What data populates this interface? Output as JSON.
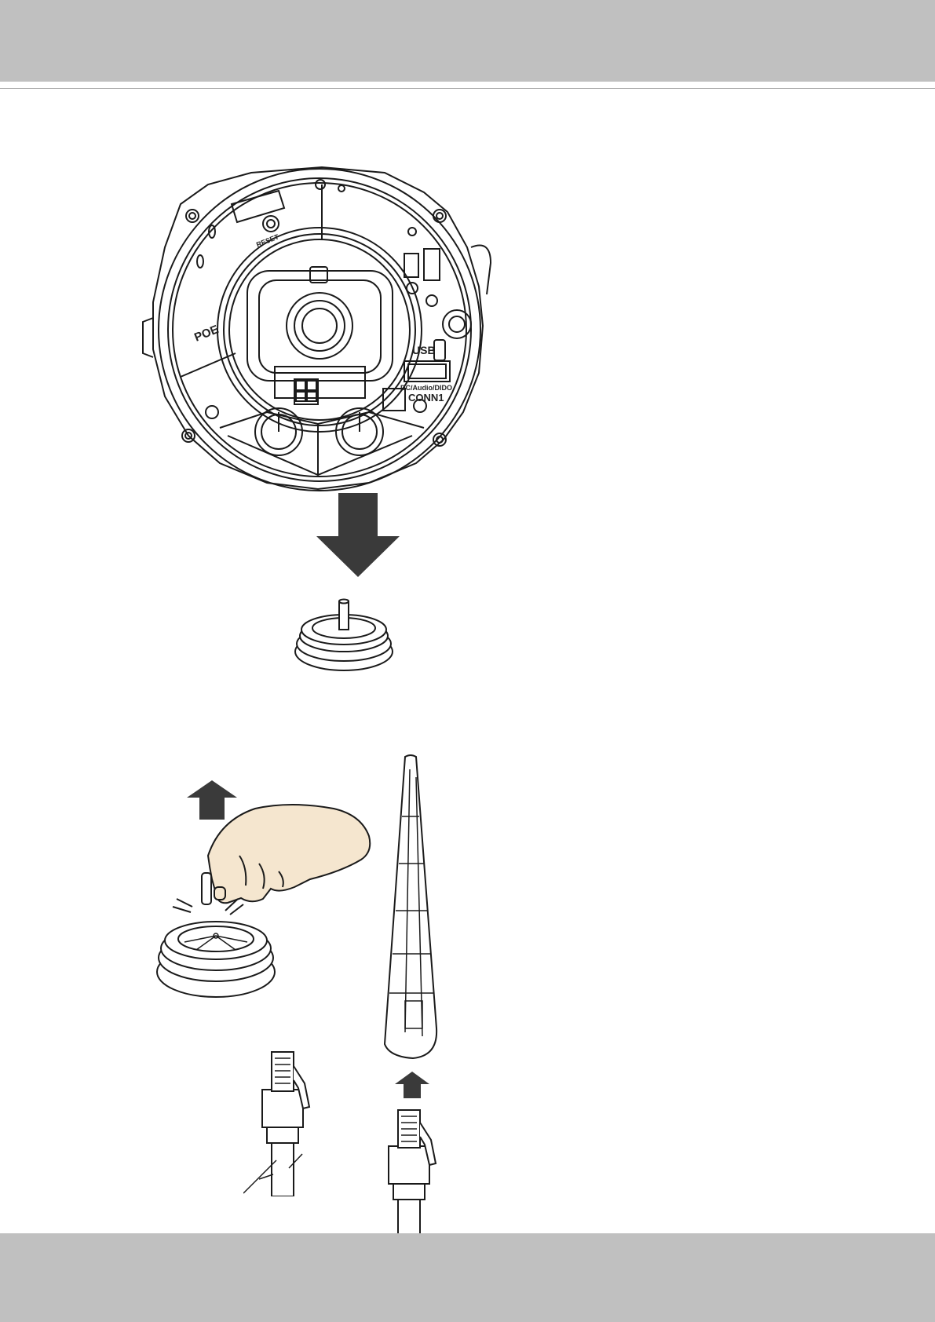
{
  "labels": {
    "poe": "POE",
    "reset": "RESET",
    "usb": "USB",
    "dc_audio_dido": "DC/Audio/DIDO",
    "conn1": "CONN1"
  },
  "colors": {
    "header_bg": "#c0c0c0",
    "footer_bg": "#c0c0c0",
    "arrow_fill": "#3a3a3a",
    "hand_skin": "#f5e6cf",
    "line_art": "#1a1a1a"
  }
}
